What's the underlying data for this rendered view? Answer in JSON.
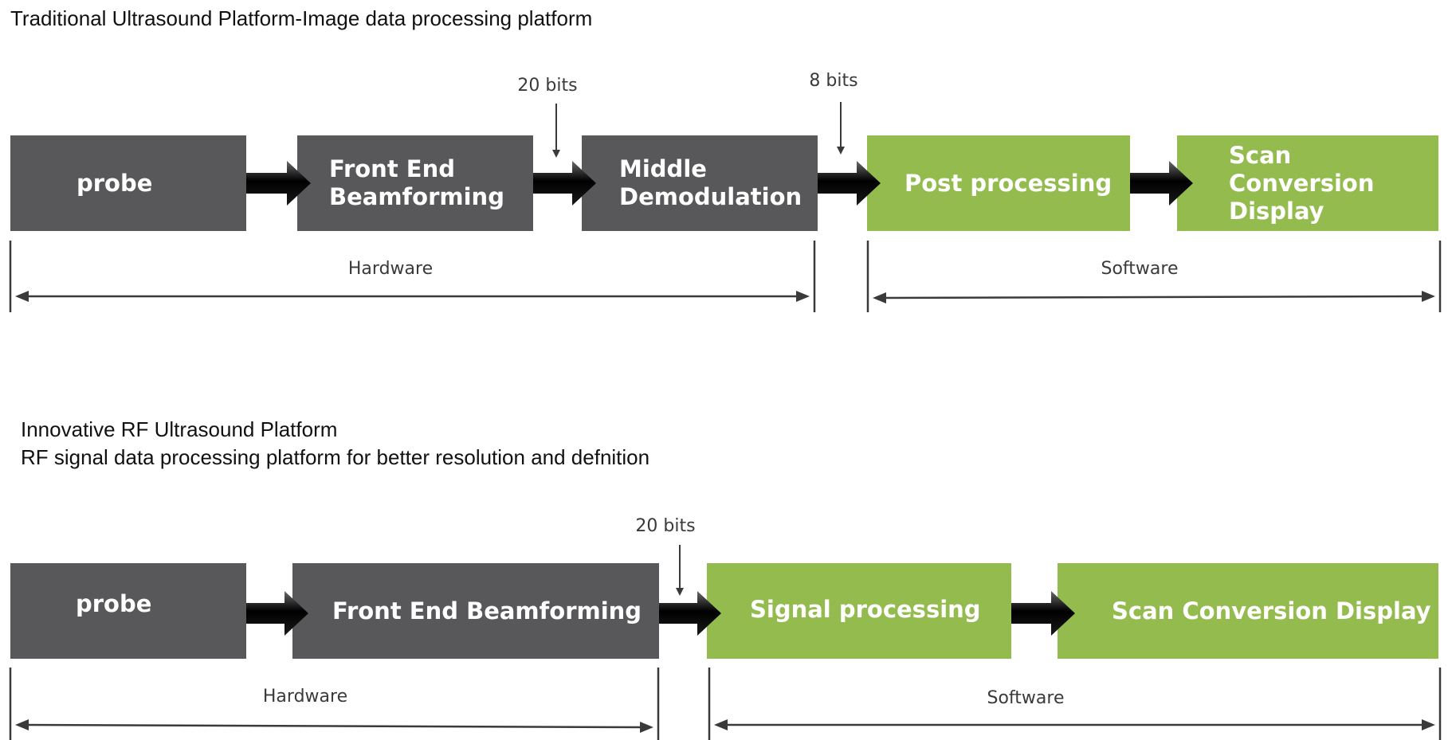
{
  "traditional": {
    "title": "Traditional Ultrasound Platform-Image data processing platform",
    "blocks": [
      {
        "line1": "probe",
        "line2": ""
      },
      {
        "line1": "Front End",
        "line2": "Beamforming"
      },
      {
        "line1": "Middle",
        "line2": "Demodulation"
      },
      {
        "line1": "Post processing",
        "line2": ""
      },
      {
        "line1": "Scan Conversion",
        "line2": "Display"
      }
    ],
    "bits_a": "20 bits",
    "bits_b": "8 bits",
    "hardware_label": "Hardware",
    "software_label": "Software"
  },
  "innovative": {
    "title_line1": "Innovative RF Ultrasound Platform",
    "title_line2": "RF signal data processing platform for better resolution and defnition",
    "blocks": [
      {
        "line1": "probe"
      },
      {
        "line1": "Front End Beamforming"
      },
      {
        "line1": "Signal processing"
      },
      {
        "line1": "Scan Conversion Display"
      }
    ],
    "bits_a": "20 bits",
    "hardware_label": "Hardware",
    "software_label": "Software"
  },
  "colors": {
    "hardware_block": "#58585a",
    "software_block": "#94bb4e",
    "block_text": "#ffffff",
    "flow_arrow": "#000000",
    "annotation": "#3a3a3a"
  }
}
